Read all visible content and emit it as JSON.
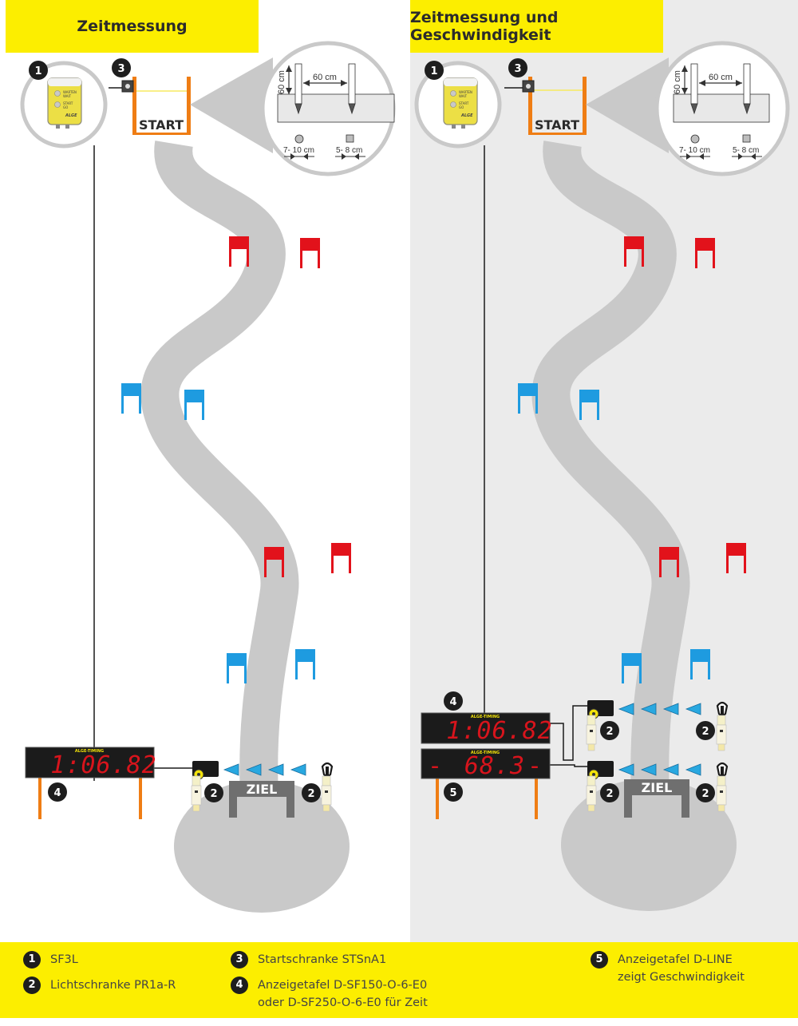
{
  "panels": {
    "left": {
      "title": "Zeitmessung"
    },
    "right": {
      "title": "Zeitmessung und Geschwindigkeit"
    }
  },
  "labels": {
    "start": "START",
    "ziel": "ZIEL",
    "dim_60_vertical": "60 cm",
    "dim_60_horizontal": "60 cm",
    "dim_round": "7- 10 cm",
    "dim_square": "5- 8 cm",
    "sf3l_line1": "WARTEN",
    "sf3l_line2": "WAIT",
    "sf3l_line3": "START",
    "sf3l_line4": "GO",
    "sf3l_brand": "ALGE",
    "board_brand": "ALGE-TIMING",
    "cam_brand": "ALGE-TIMING"
  },
  "displays": {
    "time": "1:06.82",
    "speed_left": "-",
    "speed_value": "68.3",
    "speed_right": "-"
  },
  "badges": {
    "b1": "1",
    "b2": "2",
    "b3": "3",
    "b4": "4",
    "b5": "5"
  },
  "legend": {
    "items": [
      {
        "num": "1",
        "line1": "SF3L",
        "line2": ""
      },
      {
        "num": "2",
        "line1": "Lichtschranke PR1a-R",
        "line2": ""
      },
      {
        "num": "3",
        "line1": "Startschranke STSnA1",
        "line2": ""
      },
      {
        "num": "4",
        "line1": "Anzeigetafel D-SF150-O-6-E0",
        "line2": "oder D-SF250-O-6-E0 für Zeit"
      },
      {
        "num": "5",
        "line1": "Anzeigetafel D-LINE",
        "line2": "zeigt Geschwindigkeit"
      }
    ]
  },
  "colors": {
    "header_yellow": "#fcee00",
    "track_grey": "#c9c9c9",
    "right_bg": "#ebebeb",
    "flag_red": "#e2121b",
    "flag_blue": "#1e9be0",
    "pole_orange": "#ef7d14",
    "led_red": "#d8141c",
    "beam_blue": "#29a8e0"
  }
}
